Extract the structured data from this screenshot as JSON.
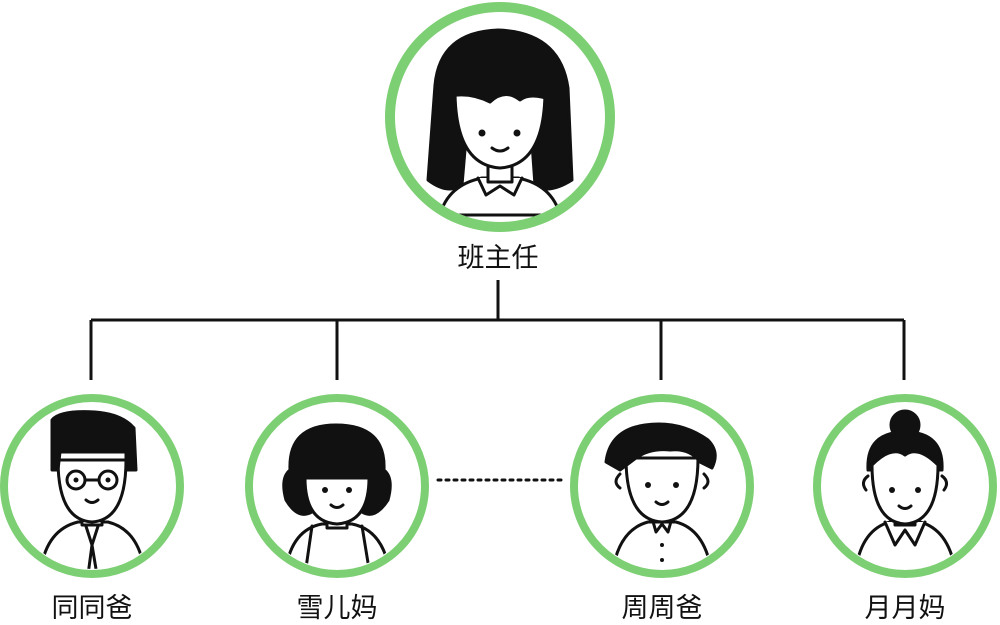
{
  "colors": {
    "ring": "#7dcf73",
    "line": "#111111",
    "ink": "#111111",
    "background": "#ffffff"
  },
  "root": {
    "label": "班主任",
    "icon": "teacher-avatar-icon"
  },
  "children": [
    {
      "label": "同同爸",
      "icon": "dad-glasses-avatar-icon"
    },
    {
      "label": "雪儿妈",
      "icon": "mom-bob-avatar-icon"
    },
    {
      "label": "周周爸",
      "icon": "dad-curly-avatar-icon"
    },
    {
      "label": "月月妈",
      "icon": "mom-bun-avatar-icon"
    }
  ],
  "ellipsis_icon": "dotted-ellipsis-icon"
}
